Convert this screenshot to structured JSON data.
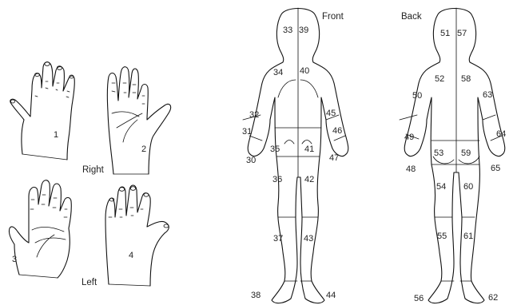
{
  "hand_labels": {
    "right": "Right",
    "left": "Left"
  },
  "view_labels": {
    "front": "Front",
    "back": "Back"
  },
  "hands": {
    "r1": "1",
    "r2": "2",
    "l3": "3",
    "l4": "4"
  },
  "front": {
    "z33": "33",
    "z39": "39",
    "z34": "34",
    "z40": "40",
    "z32": "32",
    "z31": "31",
    "z30": "30",
    "z45": "45",
    "z46": "46",
    "z47": "47",
    "z35": "35",
    "z41": "41",
    "z36": "36",
    "z42": "42",
    "z37": "37",
    "z43": "43",
    "z38": "38",
    "z44": "44"
  },
  "back": {
    "z51": "51",
    "z57": "57",
    "z52": "52",
    "z58": "58",
    "z50": "50",
    "z49": "49",
    "z48": "48",
    "z63": "63",
    "z64": "64",
    "z65": "65",
    "z53": "53",
    "z59": "59",
    "z54": "54",
    "z60": "60",
    "z55": "55",
    "z61": "61",
    "z56": "56",
    "z62": "62"
  },
  "colors": {
    "line": "#111111",
    "text": "#222222",
    "background": "#ffffff"
  }
}
